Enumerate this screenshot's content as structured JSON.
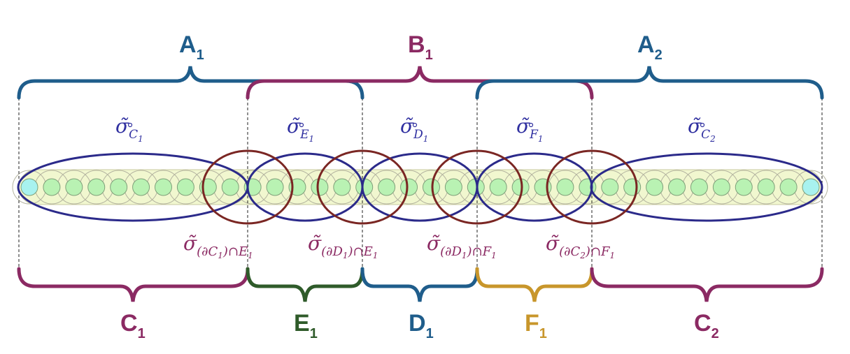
{
  "colors": {
    "blue": "#1f5d8b",
    "purple": "#8b2a63",
    "green": "#2f5b2a",
    "gold": "#c8962b",
    "navy": "#2b2a8a",
    "brown": "#7a2623",
    "sigma_top": "#2f2fa0",
    "sigma_bottom": "#8b2a63",
    "ball_fill": "#b9f2b3",
    "ball_edge": "#b4b4a0",
    "tube_fill": "#f1f7cf",
    "end_ball": "#a8f2ef"
  },
  "top_labels": [
    {
      "name": "A",
      "sub": "1"
    },
    {
      "name": "B",
      "sub": "1"
    },
    {
      "name": "A",
      "sub": "2"
    }
  ],
  "bottom_labels": [
    {
      "name": "C",
      "sub": "1"
    },
    {
      "name": "E",
      "sub": "1"
    },
    {
      "name": "D",
      "sub": "1"
    },
    {
      "name": "F",
      "sub": "1"
    },
    {
      "name": "C",
      "sub": "2"
    }
  ],
  "sigma_interior": [
    {
      "sym": "σ̃",
      "set": "C",
      "idx": "1"
    },
    {
      "sym": "σ̃",
      "set": "E",
      "idx": "1"
    },
    {
      "sym": "σ̃",
      "set": "D",
      "idx": "1"
    },
    {
      "sym": "σ̃",
      "set": "F",
      "idx": "1"
    },
    {
      "sym": "σ̃",
      "set": "C",
      "idx": "2"
    }
  ],
  "sigma_boundary": [
    {
      "sym": "σ̃",
      "sub": "(∂C",
      "i1": "1",
      "mid": ")∩E",
      "i2": "1"
    },
    {
      "sym": "σ̃",
      "sub": "(∂D",
      "i1": "1",
      "mid": ")∩E",
      "i2": "1"
    },
    {
      "sym": "σ̃",
      "sub": "(∂D",
      "i1": "1",
      "mid": ")∩F",
      "i2": "1"
    },
    {
      "sym": "σ̃",
      "sub": "(∂C",
      "i1": "2",
      "mid": ")∩F",
      "i2": "1"
    }
  ]
}
